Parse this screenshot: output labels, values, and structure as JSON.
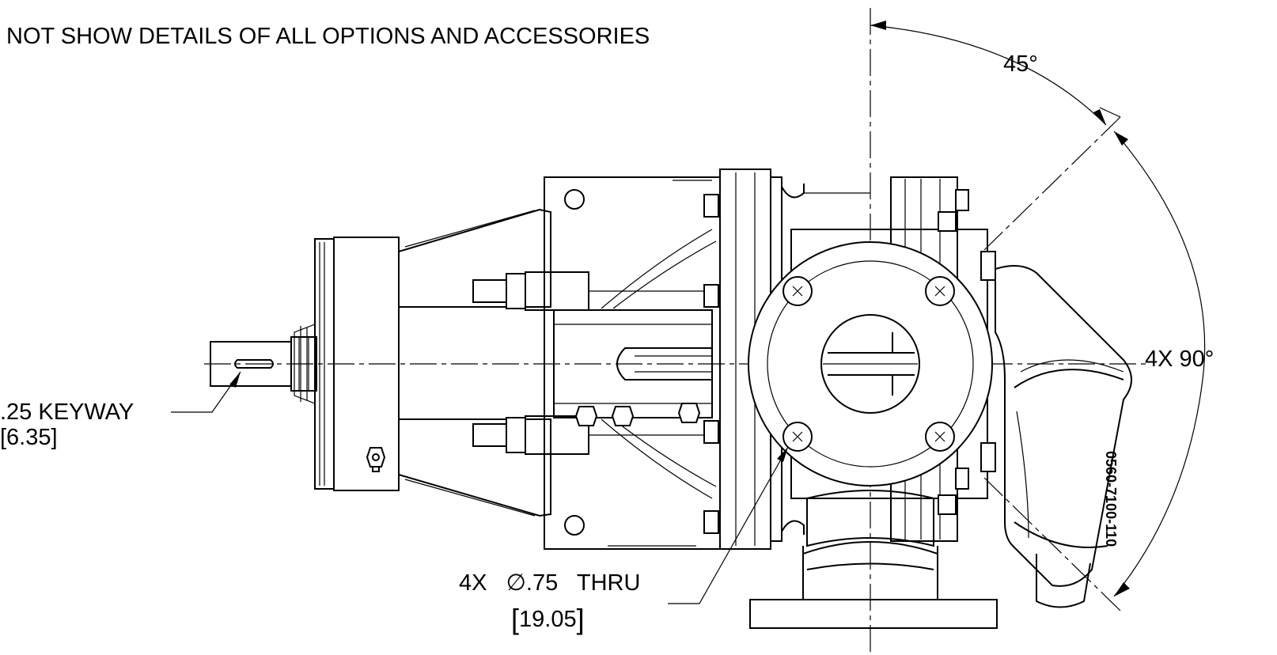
{
  "notes": {
    "top_note": "NOT SHOW DETAILS OF ALL OPTIONS AND ACCESSORIES"
  },
  "dimensions": {
    "keyway_label": ".25 KEYWAY",
    "keyway_metric": "[6.35]",
    "angle_45": "45°",
    "angle_90": "4X 90°",
    "hole_label": "4X   ∅.75   THRU",
    "hole_metric": "19.05",
    "bracket_open": "[",
    "bracket_close": "]"
  },
  "part_marking": {
    "text": "0560-7100-110"
  }
}
